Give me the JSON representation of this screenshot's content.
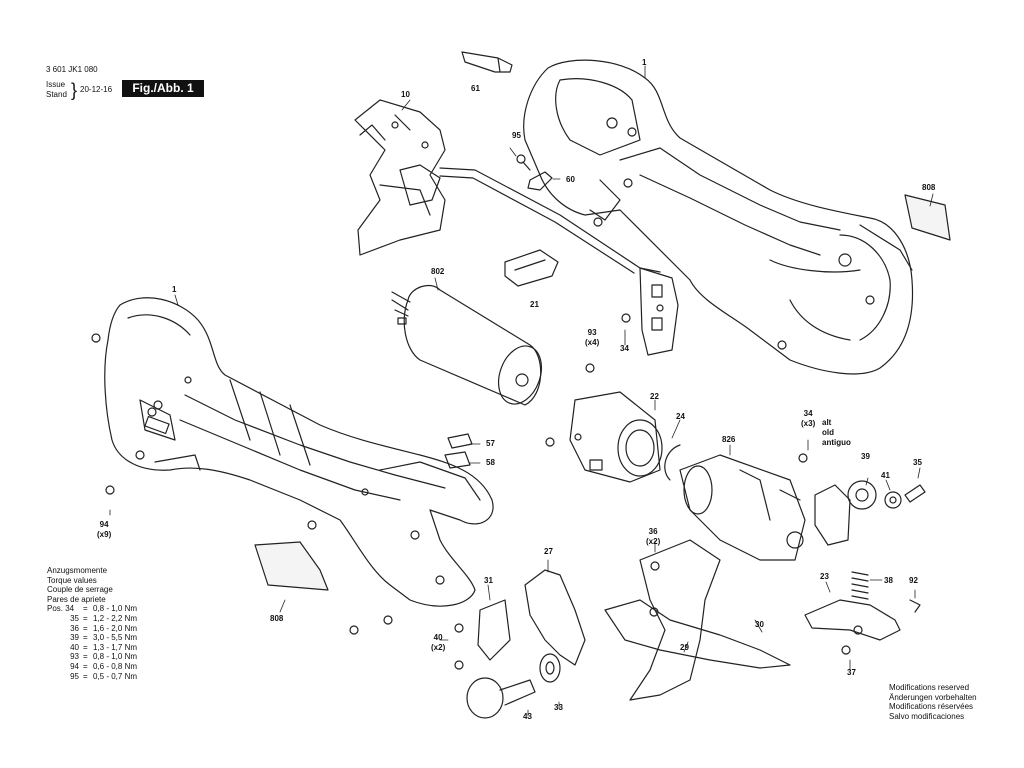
{
  "header": {
    "doc_number": "3 601 JK1 080",
    "issue_label": "Issue",
    "stand_label": "Stand",
    "brace": "}",
    "date": "20-12-16",
    "figure_label": "Fig./Abb. 1"
  },
  "torque": {
    "titles": [
      "Anzugsmomente",
      "Torque values",
      "Couple de serrage",
      "Pares de apriete"
    ],
    "rows": [
      {
        "pos": "Pos. 34",
        "eq": "=",
        "value": "0,8 - 1,0 Nm"
      },
      {
        "pos": "35",
        "eq": "=",
        "value": "1,2 - 2,2 Nm"
      },
      {
        "pos": "36",
        "eq": "=",
        "value": "1,6 - 2,0 Nm"
      },
      {
        "pos": "39",
        "eq": "=",
        "value": "3,0 - 5,5 Nm"
      },
      {
        "pos": "40",
        "eq": "=",
        "value": "1,3 - 1,7 Nm"
      },
      {
        "pos": "93",
        "eq": "=",
        "value": "0,8 - 1,0 Nm"
      },
      {
        "pos": "94",
        "eq": "=",
        "value": "0,6 - 0,8 Nm"
      },
      {
        "pos": "95",
        "eq": "=",
        "value": "0,5 - 0,7 Nm"
      }
    ]
  },
  "modifications": [
    "Modifications reserved",
    "Änderungen vorbehalten",
    "Modifications réservées",
    "Salvo modificaciones"
  ],
  "alt_note": [
    "alt",
    "old",
    "antiguo"
  ],
  "parts": {
    "p61": "61",
    "p1_top": "1",
    "p10": "10",
    "p95": "95",
    "p60": "60",
    "p808_top": "808",
    "p802": "802",
    "p21": "21",
    "p1_left": "1",
    "p93": "93",
    "p93_qty": "(x4)",
    "p34_mid": "34",
    "p22": "22",
    "p24": "24",
    "p57": "57",
    "p58": "58",
    "p826": "826",
    "p34_right": "34",
    "p34_qty": "(x3)",
    "p39": "39",
    "p41": "41",
    "p35": "35",
    "p94": "94",
    "p94_qty": "(x9)",
    "p808_left": "808",
    "p27": "27",
    "p36": "36",
    "p36_qty": "(x2)",
    "p31": "31",
    "p40": "40",
    "p40_qty": "(x2)",
    "p23": "23",
    "p38": "38",
    "p92": "92",
    "p30": "30",
    "p29": "29",
    "p43": "43",
    "p33": "33",
    "p37": "37"
  }
}
